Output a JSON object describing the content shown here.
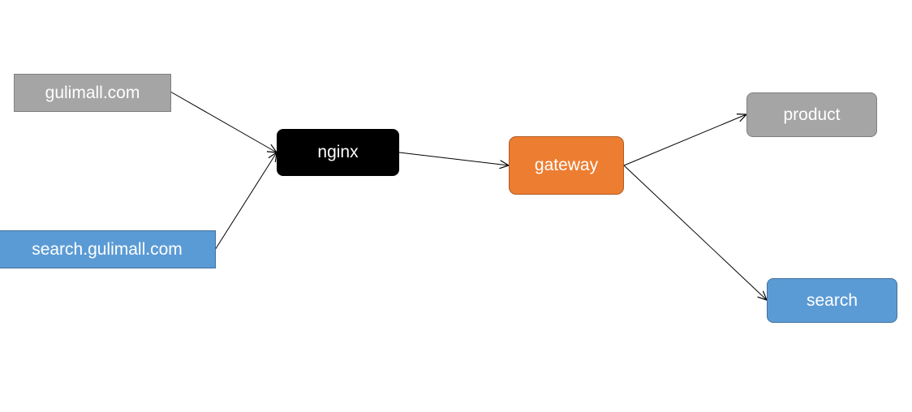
{
  "diagram": {
    "nodes": {
      "gulimall_domain": {
        "label": "gulimall.com",
        "fill": "#a5a5a5"
      },
      "search_domain": {
        "label": "search.gulimall.com",
        "fill": "#5b9bd5"
      },
      "nginx": {
        "label": "nginx",
        "fill": "#000000"
      },
      "gateway": {
        "label": "gateway",
        "fill": "#ed7d31"
      },
      "product": {
        "label": "product",
        "fill": "#a5a5a5"
      },
      "search": {
        "label": "search",
        "fill": "#5b9bd5"
      }
    },
    "edges": [
      {
        "from": "gulimall.com",
        "to": "nginx"
      },
      {
        "from": "search.gulimall.com",
        "to": "nginx"
      },
      {
        "from": "nginx",
        "to": "gateway"
      },
      {
        "from": "gateway",
        "to": "product"
      },
      {
        "from": "gateway",
        "to": "search"
      }
    ],
    "edge_color": "#000000"
  }
}
